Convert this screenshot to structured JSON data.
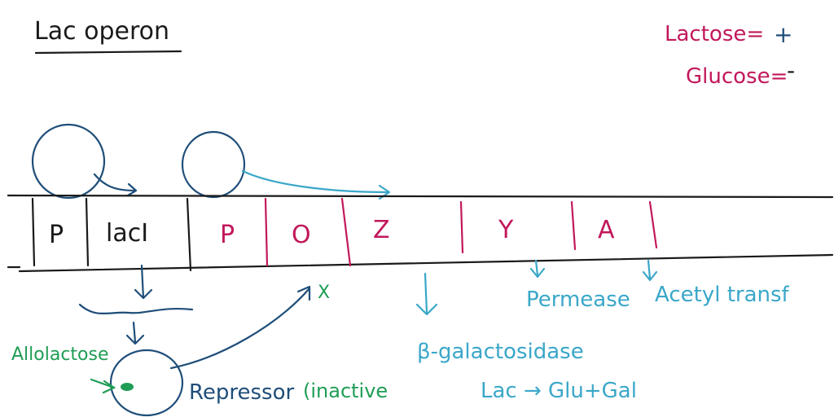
{
  "title": "Lac operon",
  "conditions": {
    "lactose_label": "Lactose=",
    "lactose_value": "+",
    "glucose_label": "Glucose=",
    "glucose_value": "-"
  },
  "segments": {
    "promoter_i": "P",
    "laci": "lacI",
    "promoter": "P",
    "operator": "O",
    "z": "Z",
    "y": "Y",
    "a": "A"
  },
  "products": {
    "beta_gal": "β-galactosidase",
    "reaction": "Lac → Glu+Gal",
    "permease": "Permease",
    "acetyl": "Acetyl transf"
  },
  "regulation": {
    "allolactose": "Allolactose",
    "repressor": "Repressor",
    "inactive": "(inactive",
    "blocked_mark": "X"
  },
  "colors": {
    "black": "#1a1a1a",
    "pink": "#c2185b",
    "navy": "#1f4e79",
    "light_blue": "#3aa7c9",
    "green": "#1f9d55"
  }
}
